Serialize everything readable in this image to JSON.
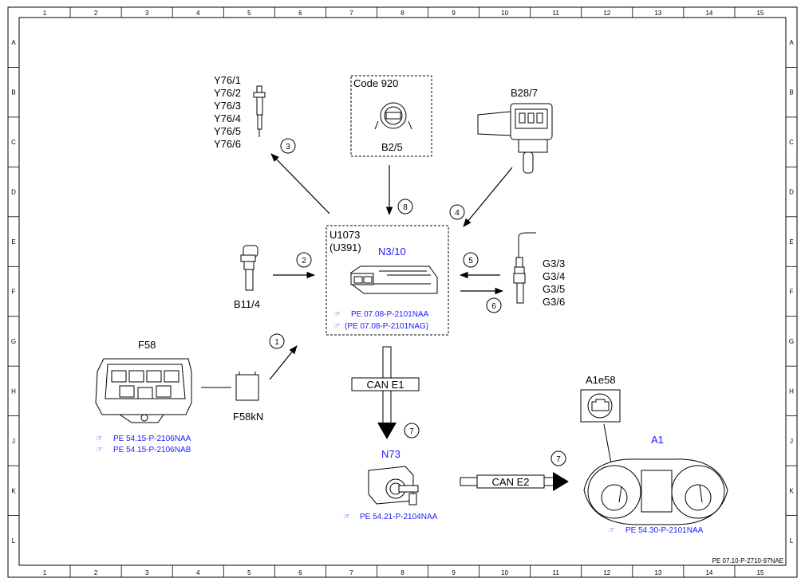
{
  "grid": {
    "columns": [
      "1",
      "2",
      "3",
      "4",
      "5",
      "6",
      "7",
      "8",
      "9",
      "10",
      "11",
      "12",
      "13",
      "14",
      "15"
    ],
    "rows": [
      "A",
      "B",
      "C",
      "D",
      "E",
      "F",
      "G",
      "H",
      "J",
      "K",
      "L"
    ]
  },
  "footer_ref": "PE 07.10-P-2710-97NAE",
  "components": {
    "control_unit": {
      "name": "N3/10",
      "label_line1": "U1073",
      "label_line2": "(U391)",
      "refs": [
        "PE 07.08-P-2101NAA",
        "(PE 07.08-P-2101NAG)"
      ]
    },
    "glow_plugs": {
      "labels": [
        "Y76/1",
        "Y76/2",
        "Y76/3",
        "Y76/4",
        "Y76/5",
        "Y76/6"
      ]
    },
    "code_box": {
      "code": "Code 920",
      "label": "B2/5"
    },
    "pressure_sensor": {
      "label": "B28/7"
    },
    "temp_sensor": {
      "label": "B11/4"
    },
    "oxygen_sensors": {
      "labels": [
        "G3/3",
        "G3/4",
        "G3/5",
        "G3/6"
      ]
    },
    "fuse_box": {
      "label": "F58",
      "refs": [
        "PE 54.15-P-2106NAA",
        "PE 54.15-P-2106NAB"
      ]
    },
    "relay": {
      "label": "F58kN"
    },
    "ignition": {
      "label": "N73",
      "ref": "PE 54.21-P-2104NAA"
    },
    "cluster": {
      "label": "A1",
      "ref": "PE 54.30-P-2101NAA"
    },
    "warning_lamp": {
      "label": "A1e58"
    }
  },
  "buses": {
    "can_e1": "CAN E1",
    "can_e2": "CAN E2"
  },
  "signals": {
    "s1": "1",
    "s2": "2",
    "s3": "3",
    "s4": "4",
    "s5": "5",
    "s6": "6",
    "s7a": "7",
    "s7b": "7",
    "s8": "8"
  }
}
